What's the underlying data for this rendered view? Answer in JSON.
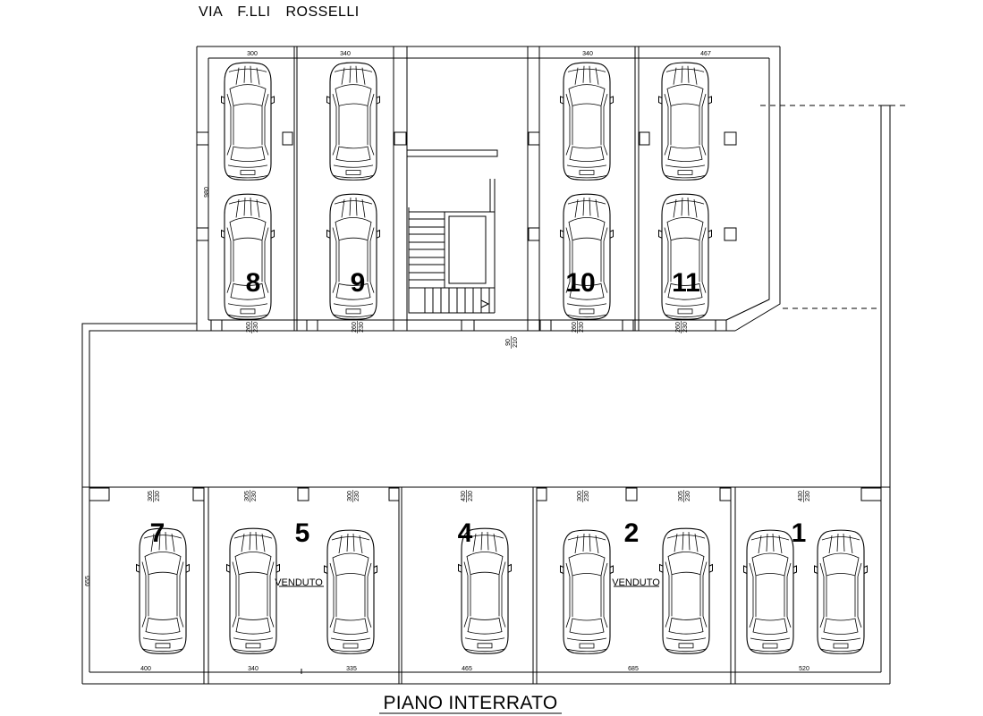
{
  "street_label": "VIA F.LLI ROSSELLI",
  "title": "PIANO INTERRATO",
  "colors": {
    "line": "#000000",
    "background": "#ffffff"
  },
  "icons": {
    "vehicle": "car-icon"
  },
  "upper_block": {
    "depth_dim": "980",
    "stair_door_dims": [
      "90",
      "210"
    ],
    "boxes": [
      {
        "number": "8",
        "width_dim": "300",
        "door_dims": [
          "260",
          "230"
        ]
      },
      {
        "number": "9",
        "width_dim": "340",
        "door_dims": [
          "260",
          "230"
        ]
      },
      {
        "number": "10",
        "width_dim": "340",
        "door_dims": [
          "260",
          "230"
        ]
      },
      {
        "number": "11",
        "width_dim": "467",
        "door_dims": [
          "260",
          "230"
        ]
      }
    ]
  },
  "lower_block": {
    "depth_dim": "655",
    "boxes": [
      {
        "number": "7",
        "door_dims": [
          [
            "305",
            "230"
          ]
        ],
        "width_dims": [
          "400"
        ]
      },
      {
        "number": "5",
        "status": "VENDUTO",
        "door_dims": [
          [
            "305",
            "230"
          ],
          [
            "300",
            "230"
          ]
        ],
        "width_dims": [
          "340",
          "335"
        ]
      },
      {
        "number": "4",
        "door_dims": [
          [
            "430",
            "230"
          ]
        ],
        "width_dims": [
          "465"
        ]
      },
      {
        "number": "2",
        "status": "VENDUTO",
        "door_dims": [
          [
            "300",
            "230"
          ],
          [
            "305",
            "230"
          ]
        ],
        "width_dims": [
          "685"
        ]
      },
      {
        "number": "1",
        "door_dims": [
          [
            "430",
            "230"
          ]
        ],
        "width_dims": [
          "520"
        ]
      }
    ]
  }
}
